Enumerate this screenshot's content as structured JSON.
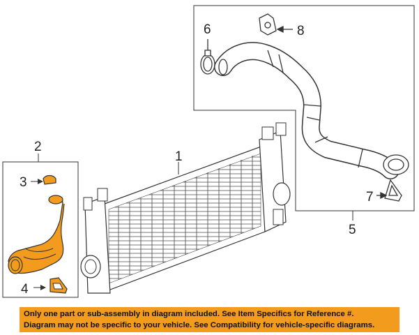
{
  "callouts": {
    "c1": "1",
    "c2": "2",
    "c3": "3",
    "c4": "4",
    "c5": "5",
    "c6": "6",
    "c7": "7",
    "c8": "8"
  },
  "notice": {
    "line1": "Only one part or sub-assembly in diagram included. See Item Specifics for Reference #.",
    "line2": "Diagram may not be specific to your vehicle. See Compatibility for vehicle-specific diagrams."
  },
  "colors": {
    "highlight": "#f29b1d",
    "line": "#333333"
  }
}
